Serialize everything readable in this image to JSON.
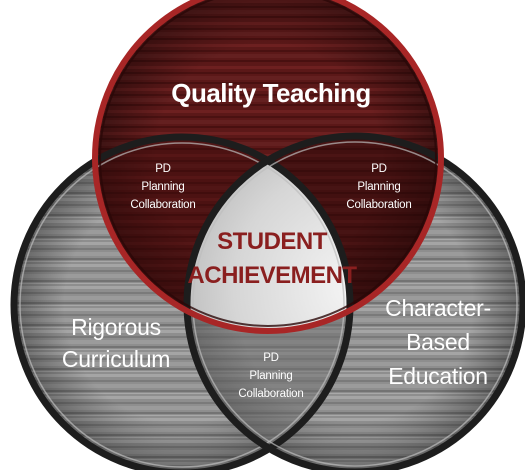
{
  "colors": {
    "teaching_fill": "#5a1717",
    "teaching_stroke": "#a82626",
    "gray_fill": "#8f8f8f",
    "gray_stroke": "#1d1d1d",
    "center_text": "#8a1f1f",
    "center_fill": "#d9d9d9",
    "label_text": "#ffffff"
  },
  "circles": {
    "quality_teaching": {
      "label": "Quality Teaching"
    },
    "rigorous_curriculum": {
      "lines": [
        "Rigorous",
        "Curriculum"
      ]
    },
    "character_based_education": {
      "lines": [
        "Character-",
        "Based",
        "Education"
      ]
    }
  },
  "overlaps": {
    "teaching_curriculum": {
      "lines": [
        "PD",
        "Planning",
        "Collaboration"
      ]
    },
    "teaching_character": {
      "lines": [
        "PD",
        "Planning",
        "Collaboration"
      ]
    },
    "curriculum_character": {
      "lines": [
        "PD",
        "Planning",
        "Collaboration"
      ]
    }
  },
  "center": {
    "lines": [
      "STUDENT",
      "ACHIEVEMENT"
    ]
  }
}
